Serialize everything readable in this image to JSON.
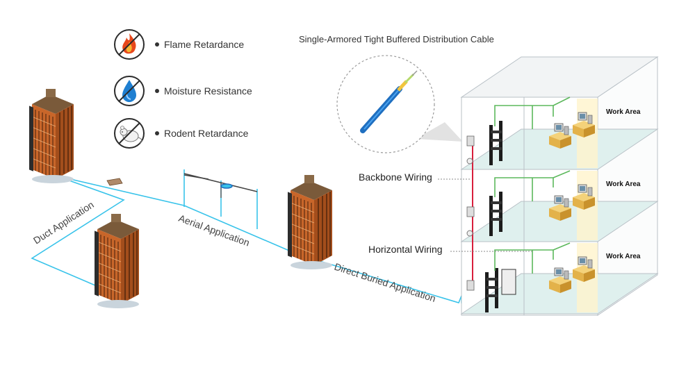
{
  "features": [
    {
      "label": "Flame Retardance",
      "icon": "flame-icon"
    },
    {
      "label": "Moisture Resistance",
      "icon": "water-drop-icon"
    },
    {
      "label": "Rodent Retardance",
      "icon": "rodent-icon"
    }
  ],
  "cable": {
    "title": "Single-Armored Tight Buffered Distribution Cable"
  },
  "applications": {
    "duct": "Duct Application",
    "aerial": "Aerial Application",
    "buried": "Direct Buried Application"
  },
  "building": {
    "backbone": "Backbone Wiring",
    "horizontal": "Horizontal Wiring",
    "work_area": [
      "Work Area",
      "Work Area",
      "Work Area"
    ]
  },
  "colors": {
    "cable_line": "#38c3ea",
    "backbone": "#d81e3c",
    "horizontal": "#5cb85c",
    "building_brick": "#c8662a",
    "cable_blue": "#1f6fc0",
    "kevlar": "#f2c53d"
  }
}
